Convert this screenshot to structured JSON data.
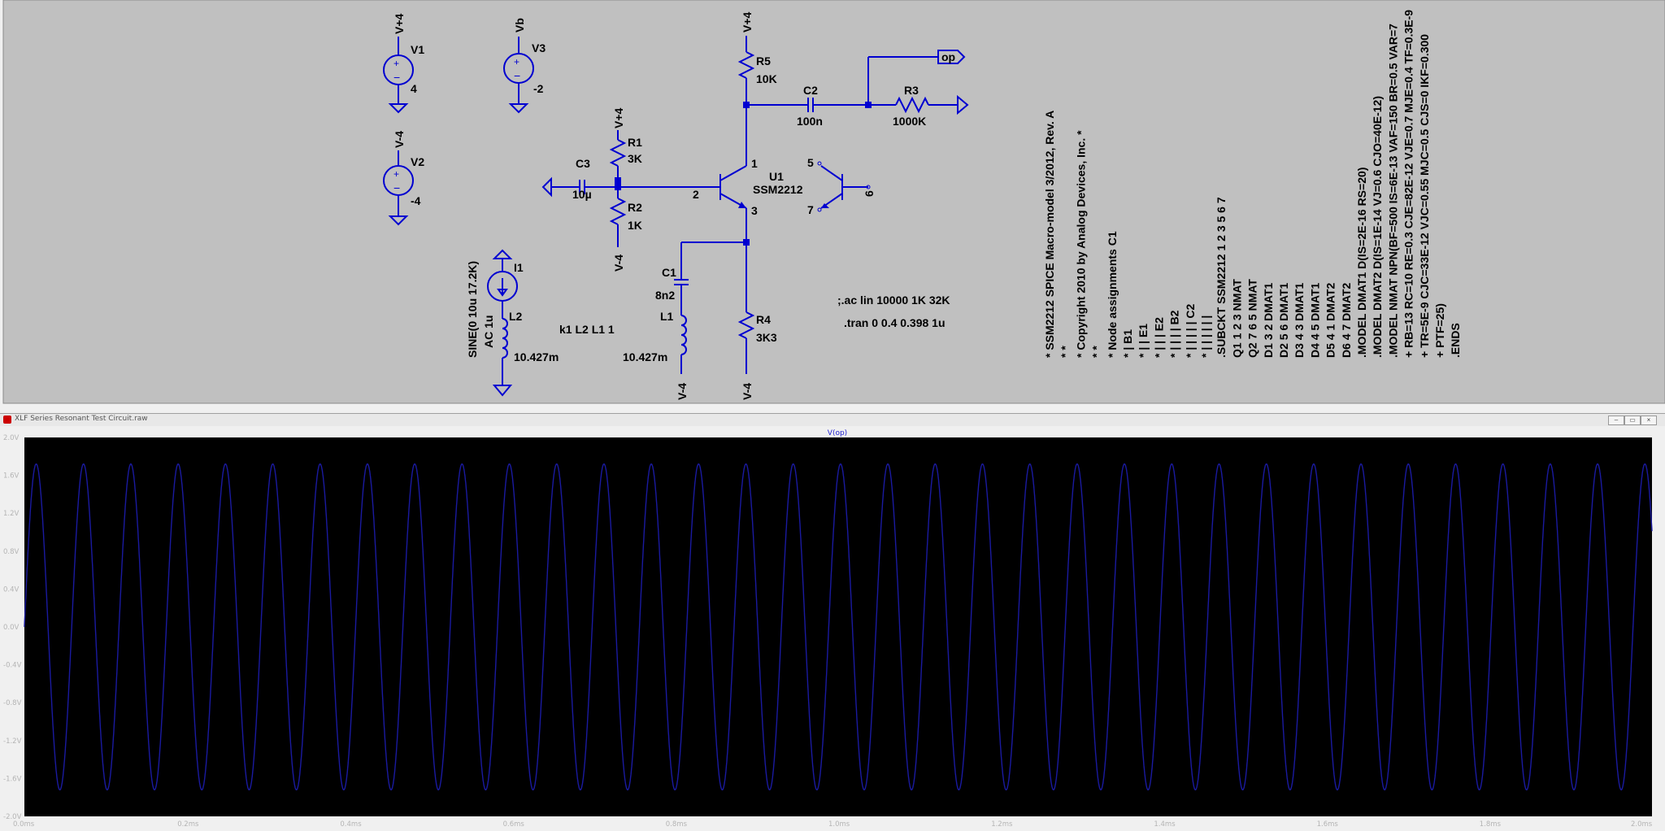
{
  "schematic": {
    "sources": [
      {
        "name": "V1",
        "node": "V+4",
        "value": "4"
      },
      {
        "name": "V2",
        "node": "V-4",
        "value": "-4"
      },
      {
        "name": "V3",
        "node": "Vb",
        "value": "-2"
      },
      {
        "name": "I1",
        "value": "SINE(0 10u 17.2K)",
        "ac": "AC 1u"
      }
    ],
    "parts": {
      "R1": {
        "name": "R1",
        "value": "3K",
        "node": "V+4"
      },
      "R2": {
        "name": "R2",
        "value": "1K",
        "node": "V-4"
      },
      "R3": {
        "name": "R3",
        "value": "1000K"
      },
      "R4": {
        "name": "R4",
        "value": "3K3",
        "node": "V-4"
      },
      "R5": {
        "name": "R5",
        "value": "10K",
        "node": "V+4"
      },
      "C1": {
        "name": "C1",
        "value": "8n2"
      },
      "C2": {
        "name": "C2",
        "value": "100n"
      },
      "C3": {
        "name": "C3",
        "value": "10µ"
      },
      "L1": {
        "name": "L1",
        "value": "10.427m",
        "node": "V-4"
      },
      "L2": {
        "name": "L2",
        "value": "10.427m"
      },
      "U1": {
        "name": "U1",
        "value": "SSM2212",
        "pins": [
          "1",
          "2",
          "3",
          "5",
          "6",
          "7"
        ]
      }
    },
    "output_label": "op",
    "directives": {
      "coupling": "k1 L2 L1 1",
      "ac": ";.ac lin 10000 1K 32K",
      "tran": ".tran 0 0.4 0.398 1u"
    },
    "netlist_lines": [
      "* SSM2212 SPICE Macro-model          3/2012, Rev. A",
      "*                                              *",
      "* Copyright 2010 by Analog Devices, Inc.      *",
      "*                                              *",
      "* Node assignments                         C1",
      "*                                          | B1",
      "*                                          | | E1",
      "*                                          | | | E2",
      "*                                          | | | | B2",
      "*                                          | | | | | C2",
      "*                                          | | | | | |",
      ".SUBCKT SSM2212 1 2 3 5 6 7",
      "Q1 1 2 3 NMAT",
      "Q2 7 6 5 NMAT",
      "D1 3 2 DMAT1",
      "D2 5 6 DMAT1",
      "D3 4 3 DMAT1",
      "D4 4 5 DMAT1",
      "D5 4 1 DMAT2",
      "D6 4 7 DMAT2",
      ".MODEL DMAT1 D(IS=2E-16 RS=20)",
      ".MODEL DMAT2 D(IS=1E-14 VJ=0.6 CJO=40E-12)",
      ".MODEL NMAT NPN(BF=500 IS=6E-13 VAF=150 BR=0.5 VAR=7",
      "+ RB=13 RC=10 RE=0.3 CJE=82E-12 VJE=0.7 MJE=0.4 TF=0.3E-9",
      "+ TR=5E-9 CJC=33E-12 VJC=0.55 MJC=0.5 CJS=0 IKF=0.300",
      "+ PTF=25)",
      ".ENDS"
    ]
  },
  "waveform_window": {
    "title": "XLF Series Resonant Test Circuit.raw",
    "trace_label": "V(op)",
    "buttons": [
      "minimize",
      "restore",
      "close"
    ]
  },
  "colors": {
    "schematic_bg": "#c0c0c0",
    "wire": "#0000d0",
    "plot_bg": "#000000",
    "trace": "#1a1aa0",
    "grid_label": "#b4b4b4"
  },
  "chart_data": {
    "type": "line",
    "title": "",
    "xlabel": "",
    "ylabel": "",
    "xlim": [
      0,
      2.0
    ],
    "ylim": [
      -2.0,
      2.0
    ],
    "x_unit": "ms",
    "y_unit": "V",
    "xticks": [
      "0.0ms",
      "0.2ms",
      "0.4ms",
      "0.6ms",
      "0.8ms",
      "1.0ms",
      "1.2ms",
      "1.4ms",
      "1.6ms",
      "1.8ms",
      "2.0ms"
    ],
    "yticks": [
      "2.0V",
      "1.6V",
      "1.2V",
      "0.8V",
      "0.4V",
      "0.0V",
      "-0.4V",
      "-0.8V",
      "-1.2V",
      "-1.6V",
      "-2.0V"
    ],
    "series": [
      {
        "name": "V(op)",
        "waveform": "sine",
        "amplitude": 1.72,
        "frequency_khz": 17.2,
        "offset": 0.0,
        "phase_deg": 0,
        "x_start": 0,
        "x_end": 2.0
      }
    ],
    "grid": false
  }
}
